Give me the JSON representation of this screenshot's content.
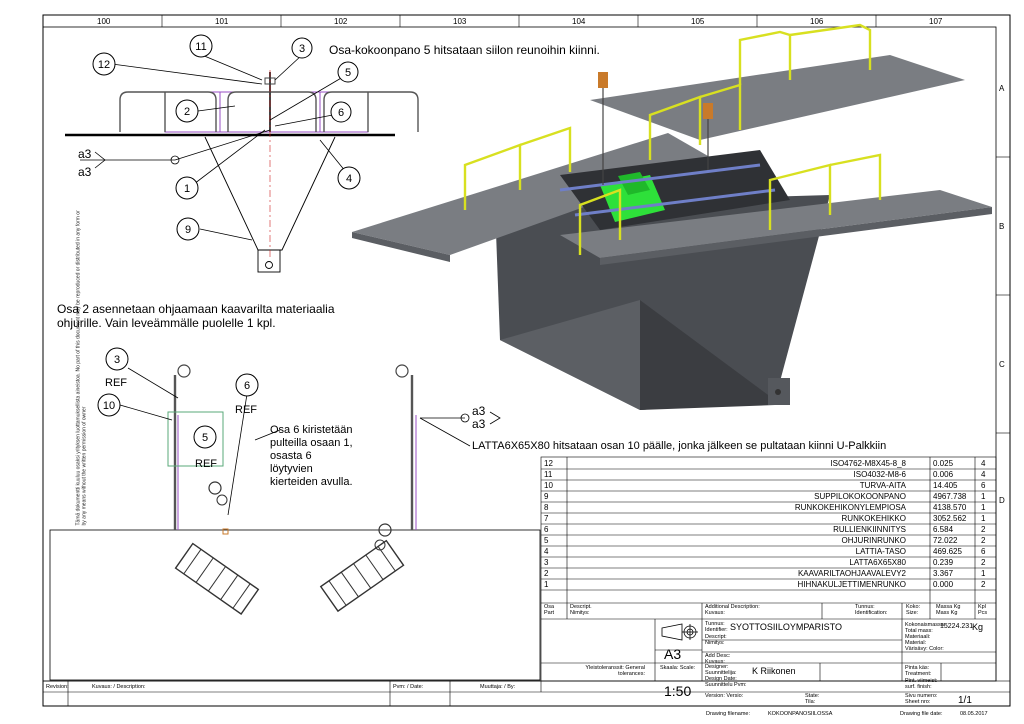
{
  "sheet": {
    "column_labels": [
      "100",
      "101",
      "102",
      "103",
      "104",
      "105",
      "106",
      "107"
    ],
    "row_labels": [
      "A",
      "B",
      "C",
      "D"
    ],
    "copyright_text": "Tämä dokumentti kuuluu osaksi yrityksen luottamuksellista aineistoa. No part of this document may be reproduced or distributed in any form or by any means without the written permission of owner"
  },
  "notes": {
    "top_note": "Osa-kokoonpano 5 hitsataan siilon reunoihin kiinni.",
    "mid_note_line1": "Osa 2 asennetaan ohjaamaan kaavarilta materiaalia",
    "mid_note_line2": "ohjurille. Vain leveämmälle puolelle 1 kpl.",
    "part6_note": [
      "Osa 6 kiristetään",
      "pulteilla osaan 1,",
      "osasta 6",
      "löytyvien",
      "kierteiden avulla."
    ],
    "latta_note": "LATTA6X65X80 hitsataan osan 10 päälle, jonka jälkeen se pultataan kiinni U-Palkkiin"
  },
  "callouts": {
    "top": [
      "11",
      "3",
      "12",
      "5",
      "2",
      "6",
      "1",
      "4",
      "9"
    ],
    "bottom": [
      "3",
      "6",
      "10",
      "5"
    ],
    "ref": "REF",
    "weld": "a3"
  },
  "bom": {
    "rows": [
      {
        "pos": "12",
        "name": "ISO4762-M8X45-8_8",
        "mass": "0.025",
        "qty": "4"
      },
      {
        "pos": "11",
        "name": "ISO4032-M8-6",
        "mass": "0.006",
        "qty": "4"
      },
      {
        "pos": "10",
        "name": "TURVA-AITA",
        "mass": "14.405",
        "qty": "6"
      },
      {
        "pos": "9",
        "name": "SUPPILOKOKOONPANO",
        "mass": "4967.738",
        "qty": "1"
      },
      {
        "pos": "8",
        "name": "RUNKOKEHIKONYLEMPIOSA",
        "mass": "4138.570",
        "qty": "1"
      },
      {
        "pos": "7",
        "name": "RUNKOKEHIKKO",
        "mass": "3052.562",
        "qty": "1"
      },
      {
        "pos": "6",
        "name": "RULLIENKIINNITYS",
        "mass": "6.584",
        "qty": "2"
      },
      {
        "pos": "5",
        "name": "OHJURINRUNKO",
        "mass": "72.022",
        "qty": "2"
      },
      {
        "pos": "4",
        "name": "LATTIA-TASO",
        "mass": "469.625",
        "qty": "6"
      },
      {
        "pos": "3",
        "name": "LATTA6X65X80",
        "mass": "0.239",
        "qty": "2"
      },
      {
        "pos": "2",
        "name": "KAAVARILTAOHJAAVALEVY2",
        "mass": "3.367",
        "qty": "1"
      },
      {
        "pos": "1",
        "name": "HIHNAKULJETTIMENRUNKO",
        "mass": "0.000",
        "qty": "2"
      }
    ],
    "header": {
      "osa": "Osa",
      "part": "Part",
      "descript": "Descript.",
      "nimitys": "Nimitys:",
      "additional": "Additional Description:",
      "kuvaus": "Kuvaus:",
      "tunnus": "Tunnus:",
      "identification": "Identification:",
      "koko": "Koko:",
      "size": "Size:",
      "massa": "Massa",
      "mass": "Mass",
      "kg1": "Kg",
      "kg2": "Kg",
      "kpl": "Kpl",
      "pcs": "Pcs"
    }
  },
  "title_block": {
    "tunnus_label": "Tunnus:",
    "identifier_label": "Identifier:",
    "identifier": "SYOTTOSIILOYMPARISTO",
    "descript_label": "Descript:",
    "nimitys_label": "Nimitys:",
    "add_desc_label": "Add Desc:",
    "kuvaus_label": "Kuvaus:",
    "total_mass_label": "Kokonaismassa: Total mass:",
    "total_mass": "15224.231",
    "mass_unit": "Kg",
    "material_label": "Materiaali: Material:",
    "color_label": "Värisävy: Color:",
    "size": "A3",
    "tolerances_label": "Yleistoleranssit: General tolerances:",
    "scale_label": "Skaala: Scale:",
    "scale": "1:50",
    "designer_label": "Designer: Suunnittelija:",
    "designer": "K Riikonen",
    "design_date_label": "Design Date: Suunnittelu Pvm:",
    "version_label": "Version: Versio:",
    "state_label": "State: Tila:",
    "treatment_label": "Pinta käs: Treatment:",
    "finish_label": "Pint. viimeist: surf. finish:",
    "sheet_label": "Sivu numero: Sheet nro:",
    "sheet": "1/1",
    "filename_label": "Drawing filename:",
    "filename": "KOKOONPANOSIILOSSA",
    "file_date_label": "Drawing file date:",
    "file_date": "08.05.2017",
    "revision_label": "Revision:",
    "kuvaus_desc_label": "Kuvaus: / Description:",
    "pvm_label": "Pvm: / Date:",
    "muuttaja_label": "Muuttaja: / By:"
  },
  "colors": {
    "line": "#000000",
    "rail_yellow": "#d8e020",
    "rail_purple": "#9a4fc4",
    "hopper_dark": "#4a4d52",
    "deck_gray": "#7a7d82",
    "conveyor_green": "#2ee03a",
    "frame_teal": "#5aa878",
    "dim_red": "#cc2222"
  }
}
